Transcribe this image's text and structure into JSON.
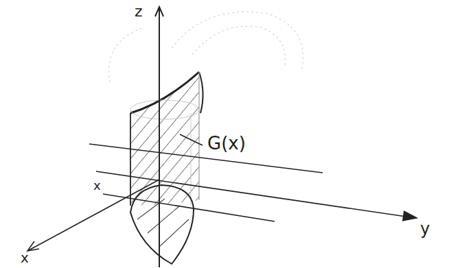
{
  "diagram": {
    "labels": [
      "z",
      "G(x)",
      "x",
      "y",
      "x"
    ]
  }
}
